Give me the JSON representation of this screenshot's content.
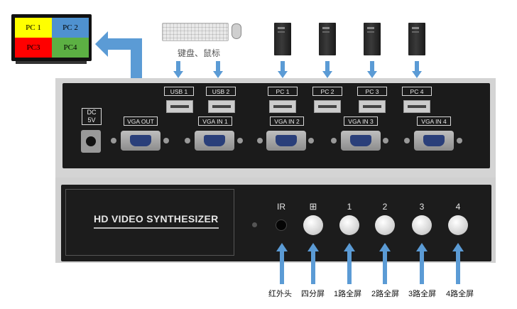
{
  "monitor": {
    "quadrants": [
      {
        "label": "PC 1",
        "color": "#ffff00"
      },
      {
        "label": "PC 2",
        "color": "#4f91cf"
      },
      {
        "label": "PC3",
        "color": "#ff0000"
      },
      {
        "label": "PC4",
        "color": "#5cb043"
      }
    ]
  },
  "peripherals": {
    "caption": "键盘、鼠标"
  },
  "rear_panel": {
    "power_label_1": "DC",
    "power_label_2": "5V",
    "usb_ports": [
      "USB 1",
      "USB 2"
    ],
    "pc_ports": [
      "PC 1",
      "PC 2",
      "PC 3",
      "PC 4"
    ],
    "vga_out": "VGA OUT",
    "vga_ins": [
      "VGA IN 1",
      "VGA IN 2",
      "VGA IN 3",
      "VGA IN 4"
    ]
  },
  "front_panel": {
    "brand": "HD VIDEO SYNTHESIZER",
    "ir_label": "IR",
    "quad_symbol": "⊞",
    "button_numbers": [
      "1",
      "2",
      "3",
      "4"
    ]
  },
  "bottom_labels": [
    "红外头",
    "四分屏",
    "1路全屏",
    "2路全屏",
    "3路全屏",
    "4路全屏"
  ],
  "colors": {
    "arrow": "#5b9bd5"
  }
}
